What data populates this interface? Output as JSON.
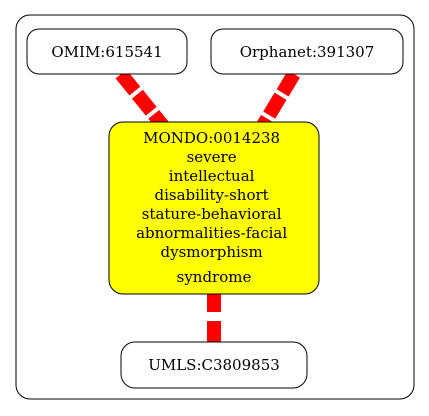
{
  "diagram": {
    "nodes": {
      "omim": {
        "label": "OMIM:615541"
      },
      "orphanet": {
        "label": "Orphanet:391307"
      },
      "mondo": {
        "lines": [
          "MONDO:0014238",
          "severe",
          "intellectual",
          "disability-short",
          "stature-behavioral",
          "abnormalities-facial",
          "dysmorphism",
          "syndrome"
        ],
        "fill": "#ffff00"
      },
      "umls": {
        "label": "UMLS:C3809853"
      }
    },
    "edge_color": "#ff0000"
  }
}
